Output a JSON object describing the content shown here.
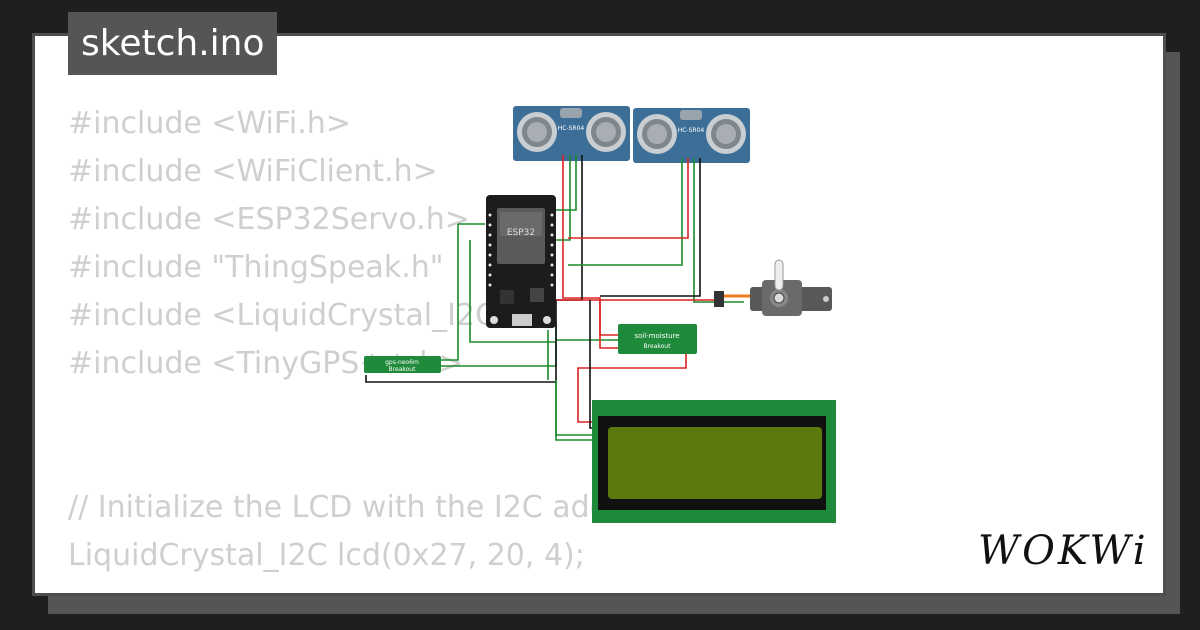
{
  "tab": {
    "title": "sketch.ino"
  },
  "code_lines": [
    "#include <WiFi.h>",
    "#include <WiFiClient.h>",
    "#include <ESP32Servo.h>",
    "#include \"ThingSpeak.h\"",
    "#include <LiquidCrystal_I2C.h>",
    "#include <TinyGPS++.h>",
    "",
    "",
    "// Initialize the LCD with the I2C address 0x27",
    "LiquidCrystal_I2C lcd(0x27, 20, 4);"
  ],
  "diagram": {
    "esp32_label": "ESP32",
    "sensor1_label": "HC-SR04",
    "sensor2_label": "HC-SR04",
    "soil_label": "soil-moisture",
    "soil_sub": "Breakout",
    "gps_label": "gps-neo6m",
    "gps_sub": "Breakout"
  },
  "brand": {
    "logo": "WOKWi"
  },
  "colors": {
    "background": "#1f1f1f",
    "card": "#ffffff",
    "code_text": "#cfcfcf",
    "tab_bg": "#555555",
    "pcb_green": "#2e8b3a"
  }
}
